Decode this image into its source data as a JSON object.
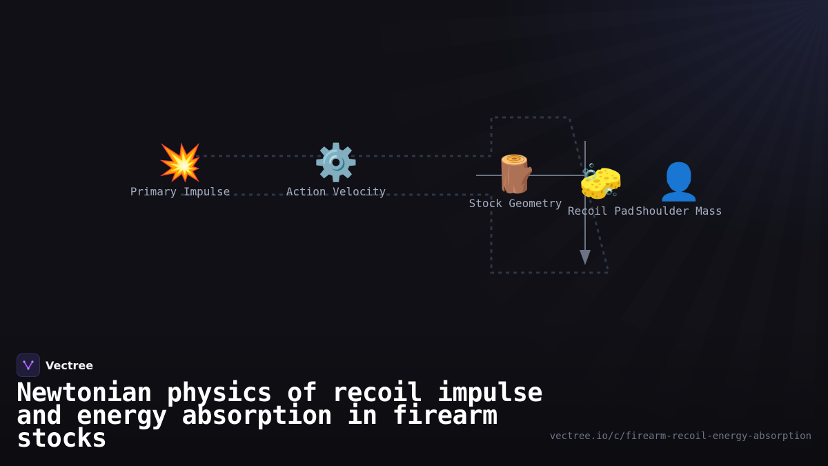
{
  "diagram": {
    "nodes": [
      {
        "icon": "💥",
        "icon_name": "explosion-icon",
        "label": "Primary Impulse"
      },
      {
        "icon": "⚙️",
        "icon_name": "gear-icon",
        "label": "Action Velocity"
      },
      {
        "icon": "🪵",
        "icon_name": "wood-log-icon",
        "label": "Stock Geometry"
      },
      {
        "icon": "🧽",
        "icon_name": "sponge-icon",
        "label": "Recoil Pad"
      },
      {
        "icon": "👤",
        "icon_name": "person-silhouette-icon",
        "label": "Shoulder Mass"
      }
    ],
    "colors": {
      "dashed_edge": "#2e3646",
      "solid_edge": "#6b7384",
      "label": "#a4acbf",
      "background": "#101016"
    }
  },
  "brand": {
    "name": "Vectree",
    "logo_icon": "vectree-logo-icon"
  },
  "title": "Newtonian physics of recoil impulse and energy absorption in firearm stocks",
  "url": "vectree.io/c/firearm-recoil-energy-absorption"
}
